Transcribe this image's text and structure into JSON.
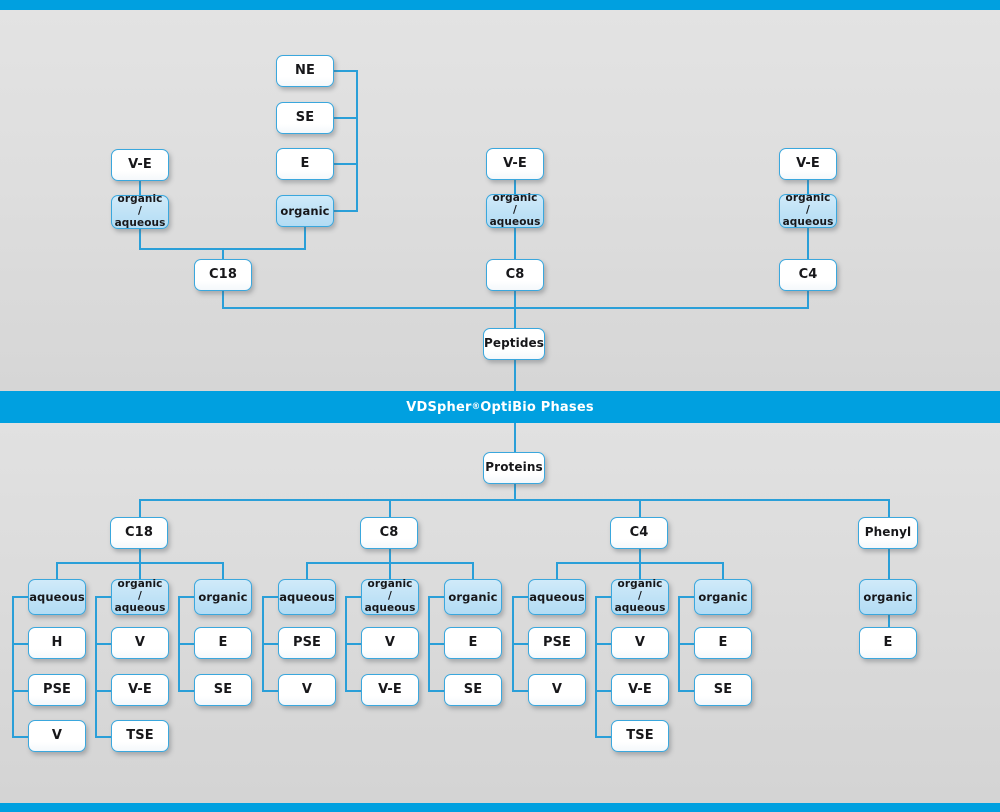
{
  "banner": {
    "brand": "VDSpher",
    "registered": "®",
    "rest": " OptiBio Phases"
  },
  "colors": {
    "accent": "#00a0e0",
    "line": "#2a9fd8",
    "box_border": "#3aa7dd",
    "box_blue_fill": "#c4e4f7",
    "box_white_fill": "#ffffff",
    "background": "#dcdcdc",
    "text": "#17171a"
  },
  "peptides": {
    "root_label": "Peptides",
    "columns": [
      {
        "phase_label": "C18",
        "mode_label": "organic / aqueous",
        "mode_type": "blue",
        "top_label": "V-E",
        "extra_mode_label": "organic",
        "extra_items": [
          "NE",
          "SE",
          "E"
        ]
      },
      {
        "phase_label": "C8",
        "mode_label": "organic / aqueous",
        "mode_type": "blue",
        "top_label": "V-E"
      },
      {
        "phase_label": "C4",
        "mode_label": "organic / aqueous",
        "mode_type": "blue",
        "top_label": "V-E"
      }
    ]
  },
  "proteins": {
    "root_label": "Proteins",
    "columns": [
      {
        "phase_label": "C18",
        "groups": [
          {
            "header": "aqueous",
            "items": [
              "H",
              "PSE",
              "V"
            ]
          },
          {
            "header": "organic / aqueous",
            "items": [
              "V",
              "V-E",
              "TSE"
            ]
          },
          {
            "header": "organic",
            "items": [
              "E",
              "SE"
            ]
          }
        ]
      },
      {
        "phase_label": "C8",
        "groups": [
          {
            "header": "aqueous",
            "items": [
              "PSE",
              "V"
            ]
          },
          {
            "header": "organic / aqueous",
            "items": [
              "V",
              "V-E"
            ]
          },
          {
            "header": "organic",
            "items": [
              "E",
              "SE"
            ]
          }
        ]
      },
      {
        "phase_label": "C4",
        "groups": [
          {
            "header": "aqueous",
            "items": [
              "PSE",
              "V"
            ]
          },
          {
            "header": "organic / aqueous",
            "items": [
              "V",
              "V-E",
              "TSE"
            ]
          },
          {
            "header": "organic",
            "items": [
              "E",
              "SE"
            ]
          }
        ]
      },
      {
        "phase_label": "Phenyl",
        "groups": [
          {
            "header": "organic",
            "items": [
              "E"
            ]
          }
        ]
      }
    ]
  }
}
